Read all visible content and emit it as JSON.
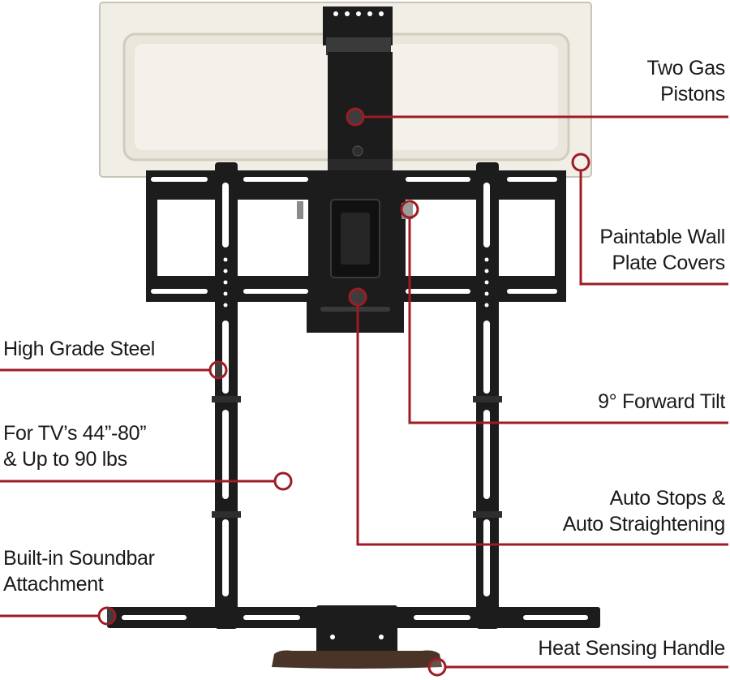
{
  "colors": {
    "callout": "#9e1b24",
    "metal": "#1c1c1c",
    "plate": "#f1eee6",
    "handle": "#4a3428",
    "text": "#1a1a1a"
  },
  "callouts": {
    "gas_pistons": {
      "line1": "Two Gas",
      "line2": "Pistons"
    },
    "wall_plate": {
      "line1": "Paintable Wall",
      "line2": "Plate Covers"
    },
    "steel": {
      "line1": "High Grade Steel"
    },
    "tilt": {
      "line1": "9° Forward Tilt"
    },
    "tv_size": {
      "line1": "For TV’s 44”-80”",
      "line2": "& Up to 90 lbs"
    },
    "auto_stops": {
      "line1": "Auto Stops &",
      "line2": "Auto Straightening"
    },
    "soundbar": {
      "line1": "Built-in Soundbar",
      "line2": "Attachment"
    },
    "handle": {
      "line1": "Heat Sensing Handle"
    }
  }
}
